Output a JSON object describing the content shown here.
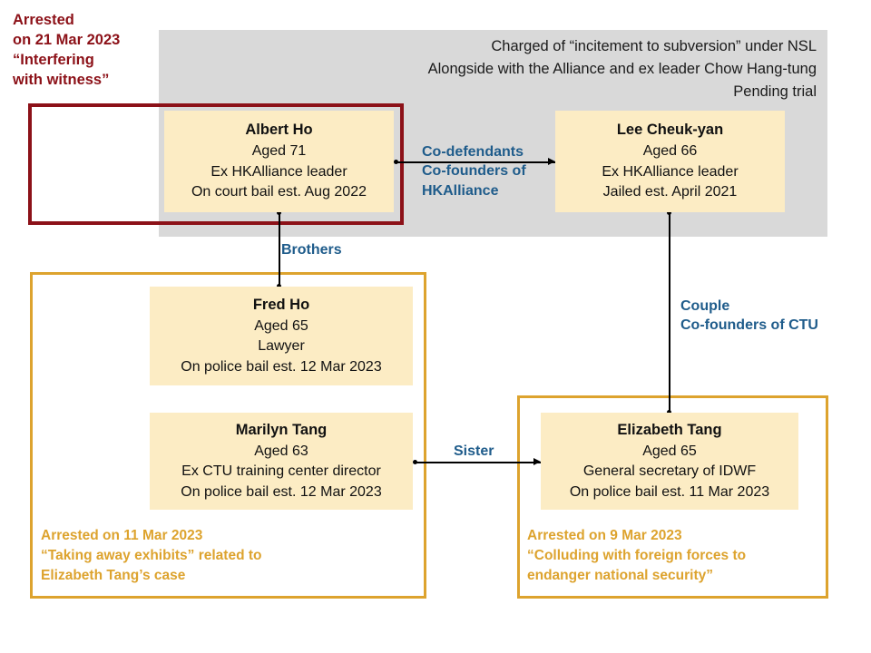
{
  "grey_region": {
    "note": "Charged of “incitement to subversion” under NSL\nAlongside with the Alliance and ex leader Chow Hang-tung\nPending trial"
  },
  "red_region": {
    "label": "Arrested\non 21 Mar 2023\n“Interfering\nwith witness”",
    "color": "#8c1118"
  },
  "orange_regions": {
    "left_caption": "Arrested on 11 Mar 2023\n“Taking away exhibits” related to\nElizabeth Tang’s case",
    "right_caption": "Arrested on 9 Mar 2023\n“Colluding with foreign forces to\nendanger national security”",
    "color": "#dda32e"
  },
  "cards": {
    "albert": {
      "name": "Albert Ho",
      "age": "Aged 71",
      "role": "Ex HKAlliance leader",
      "status": "On court bail est. Aug 2022"
    },
    "lee": {
      "name": "Lee Cheuk-yan",
      "age": "Aged 66",
      "role": "Ex HKAlliance leader",
      "status": "Jailed est. April 2021"
    },
    "fred": {
      "name": "Fred Ho",
      "age": "Aged 65",
      "role": "Lawyer",
      "status": "On police bail est. 12 Mar 2023"
    },
    "marilyn": {
      "name": "Marilyn Tang",
      "age": "Aged 63",
      "role": "Ex CTU training center director",
      "status": "On police bail est. 12 Mar 2023"
    },
    "elizabeth": {
      "name": "Elizabeth Tang",
      "age": "Aged 65",
      "role": "General secretary of IDWF",
      "status": "On police bail est. 11 Mar 2023"
    },
    "fill": "#fcecc4"
  },
  "relations": {
    "codefendants": "Co-defendants\nCo-founders of\nHKAlliance",
    "brothers": "Brothers",
    "couple": "Couple\nCo-founders of CTU",
    "sister": "Sister",
    "color": "#1f5c8b"
  }
}
